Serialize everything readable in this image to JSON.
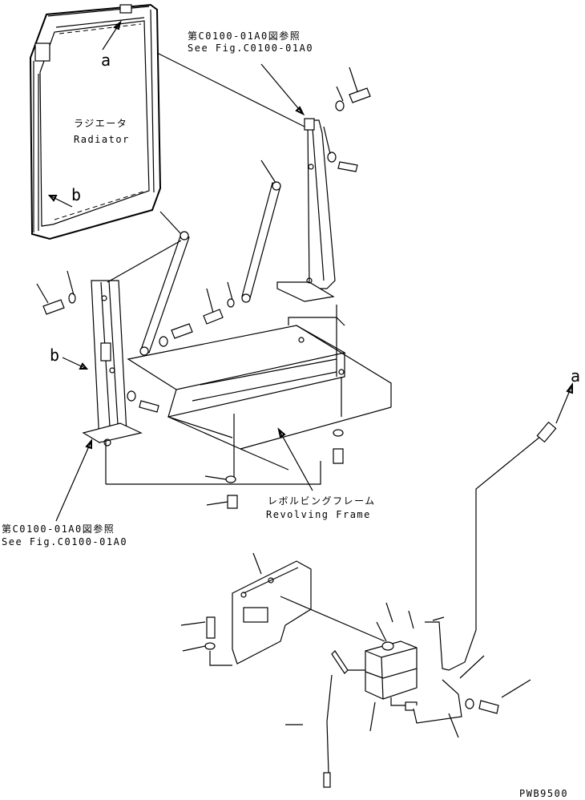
{
  "labels": {
    "ref_top_jp": "第C0100-01A0図参照",
    "ref_top_en": "See Fig.C0100-01A0",
    "ref_left_jp": "第C0100-01A0図参照",
    "ref_left_en": "See Fig.C0100-01A0",
    "radiator_jp": "ラジエータ",
    "radiator_en": "Radiator",
    "frame_jp": "レボルビングフレーム",
    "frame_en": "Revolving Frame",
    "marker_a": "a",
    "marker_b": "b",
    "drawing_code": "PWB9500"
  }
}
